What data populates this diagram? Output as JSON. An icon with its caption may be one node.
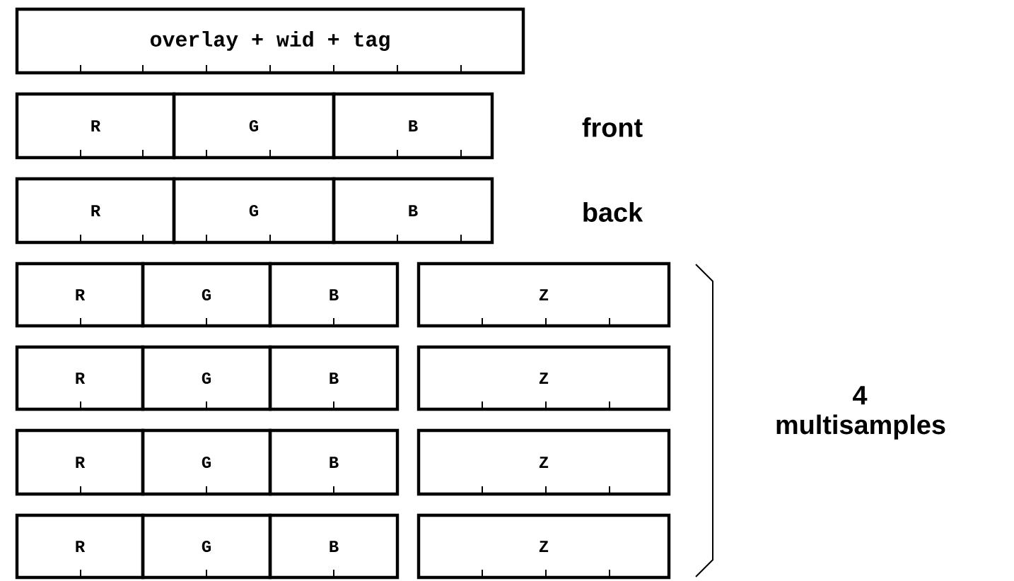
{
  "diagram": {
    "nodes": [
      {
        "text": [
          "overlay + wid + tag"
        ]
      },
      {
        "text": [
          "R"
        ]
      },
      {
        "text": [
          "G"
        ]
      },
      {
        "text": [
          "B"
        ]
      },
      {
        "text": [
          "R"
        ]
      },
      {
        "text": [
          "G"
        ]
      },
      {
        "text": [
          "B"
        ]
      },
      {
        "text": [
          "R"
        ]
      },
      {
        "text": [
          "G"
        ]
      },
      {
        "text": [
          "B"
        ]
      },
      {
        "text": [
          "Z"
        ]
      },
      {
        "text": [
          "R"
        ]
      },
      {
        "text": [
          "G"
        ]
      },
      {
        "text": [
          "B"
        ]
      },
      {
        "text": [
          "Z"
        ]
      },
      {
        "text": [
          "R"
        ]
      },
      {
        "text": [
          "G"
        ]
      },
      {
        "text": [
          "B"
        ]
      },
      {
        "text": [
          "Z"
        ]
      },
      {
        "text": [
          "R"
        ]
      },
      {
        "text": [
          "G"
        ]
      },
      {
        "text": [
          "B"
        ]
      },
      {
        "text": [
          "Z"
        ]
      }
    ],
    "labels": [
      "front",
      "back",
      "4 multisamples"
    ]
  }
}
